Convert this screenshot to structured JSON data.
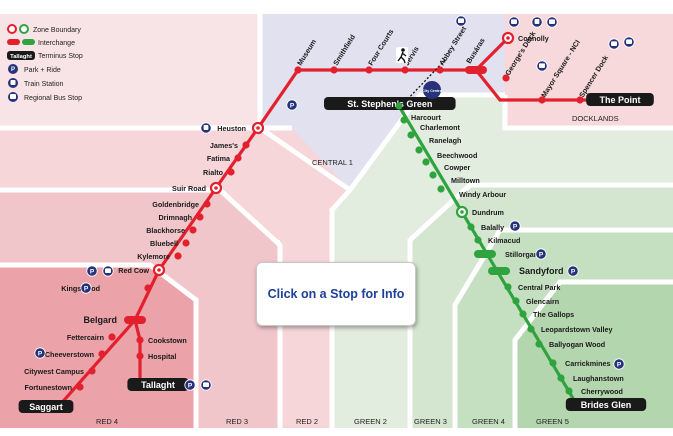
{
  "colors": {
    "red": "#e2202e",
    "green": "#2fa33e",
    "navy": "#26327a",
    "label_bg": "#1a1a1a"
  },
  "legend": {
    "zone_boundary": "Zone Boundary",
    "interchange": "Interchange",
    "terminus_badge": "Tallaght",
    "terminus": "Terminus Stop",
    "park_ride": "Park + Ride",
    "train_station": "Train Station",
    "regional_bus": "Regional Bus Stop"
  },
  "zones": {
    "central1": "CENTRAL 1",
    "docklands": "DOCKLANDS",
    "red4": "RED 4",
    "red3": "RED 3",
    "red2": "RED 2",
    "green2": "GREEN 2",
    "green3": "GREEN 3",
    "green4": "GREEN 4",
    "green5": "GREEN 5"
  },
  "info": {
    "prompt": "Click on a Stop for Info"
  },
  "city_centre": "City Centre",
  "red_line": {
    "docklands": [
      "Connolly",
      "George's Dock",
      "Mayor Square - NCI",
      "Spencer Dock",
      "The Point"
    ],
    "central": [
      "Busáras",
      "Abbey Street",
      "Jervis",
      "Four Courts",
      "Smithfield",
      "Museum",
      "Heuston"
    ],
    "west": [
      "James's",
      "Fatima",
      "Rialto",
      "Suir Road",
      "Goldenbridge",
      "Drimnagh",
      "Blackhorse",
      "Bluebell",
      "Kylemore",
      "Red Cow",
      "Kingswood",
      "Belgard"
    ],
    "saggart_branch": [
      "Fettercairn",
      "Cheeverstown",
      "Citywest Campus",
      "Fortunestown",
      "Saggart"
    ],
    "tallaght_branch": [
      "Cookstown",
      "Hospital",
      "Tallaght"
    ]
  },
  "green_line": [
    "St. Stephen's Green",
    "Harcourt",
    "Charlemont",
    "Ranelagh",
    "Beechwood",
    "Cowper",
    "Milltown",
    "Windy Arbour",
    "Dundrum",
    "Balally",
    "Kilmacud",
    "Stillorgan",
    "Sandyford",
    "Central Park",
    "Glencairn",
    "The Gallops",
    "Leopardstown Valley",
    "Ballyogan Wood",
    "Carrickmines",
    "Laughanstown",
    "Cherrywood",
    "Brides Glen"
  ]
}
